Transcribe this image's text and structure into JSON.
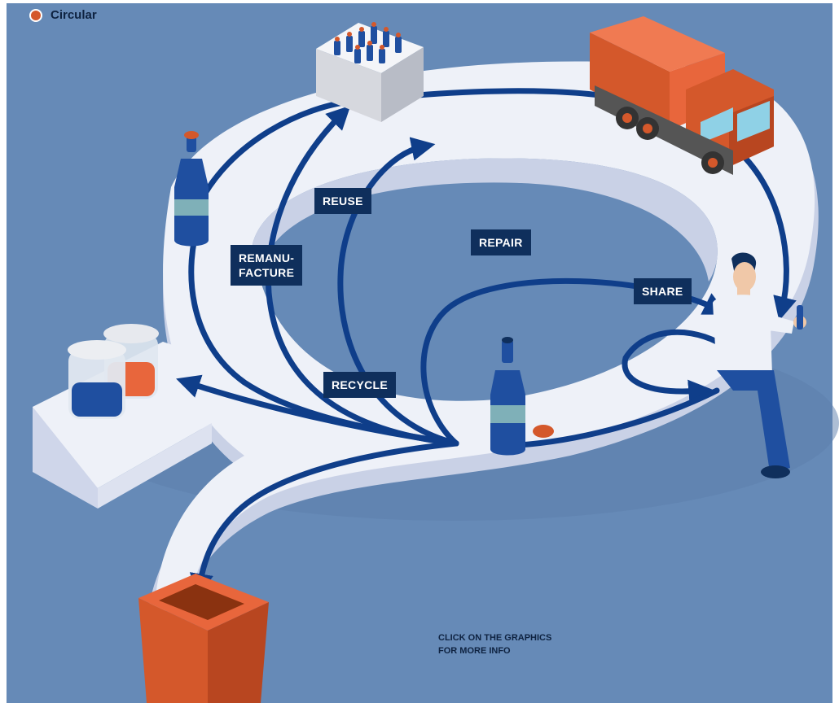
{
  "legend": {
    "label": "Circular",
    "color": "#d4582b"
  },
  "loops": {
    "remanufacture": "REMANU-\nFACTURE",
    "reuse": "REUSE",
    "repair": "REPAIR",
    "share": "SHARE",
    "recycle": "RECYCLE"
  },
  "note": {
    "line1": "CLICK ON THE GRAPHICS",
    "line2": "FOR MORE INFO"
  },
  "colors": {
    "background": "#668ab7",
    "path": "#edf0f8",
    "arrow": "#0f3e8a",
    "label_bg": "#0f2f5c",
    "accent": "#d4582b"
  }
}
